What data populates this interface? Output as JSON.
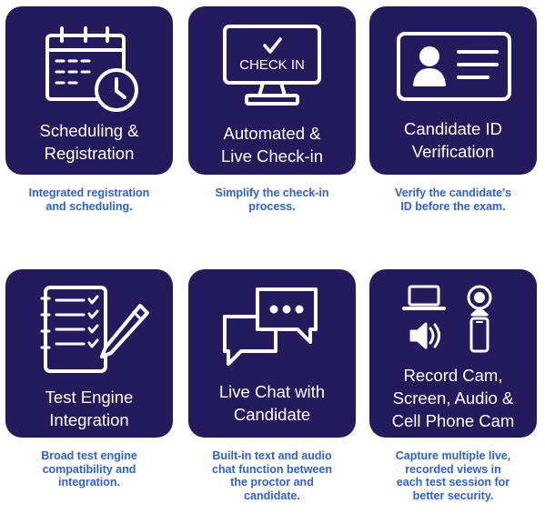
{
  "features": [
    {
      "title": "Scheduling &\nRegistration",
      "caption": "Integrated registration\nand scheduling.",
      "icon": "calendar-clock-icon"
    },
    {
      "title": "Automated &\nLive Check-in",
      "caption": "Simplify the check-in\nprocess.",
      "icon": "monitor-check-in-icon",
      "screen_text": "CHECK IN"
    },
    {
      "title": "Candidate ID\nVerification",
      "caption": "Verify the candidate's\nID before the exam.",
      "icon": "id-card-icon"
    },
    {
      "title": "Test Engine\nIntegration",
      "caption": "Broad test engine\ncompatibility and\nintegration.",
      "icon": "checklist-pen-icon"
    },
    {
      "title": "Live Chat with\nCandidate",
      "caption": "Built-in text and audio\nchat function between\nthe proctor and\ncandidate.",
      "icon": "chat-bubbles-icon"
    },
    {
      "title": "Record Cam,\nScreen, Audio &\nCell Phone Cam",
      "caption": "Capture multiple live,\nrecorded views in\neach test session for\nbetter security.",
      "icon": "recording-devices-icon"
    }
  ],
  "colors": {
    "card_background": "#231b5c",
    "card_text": "#ffffff",
    "caption_text": "#2f5fd0"
  }
}
